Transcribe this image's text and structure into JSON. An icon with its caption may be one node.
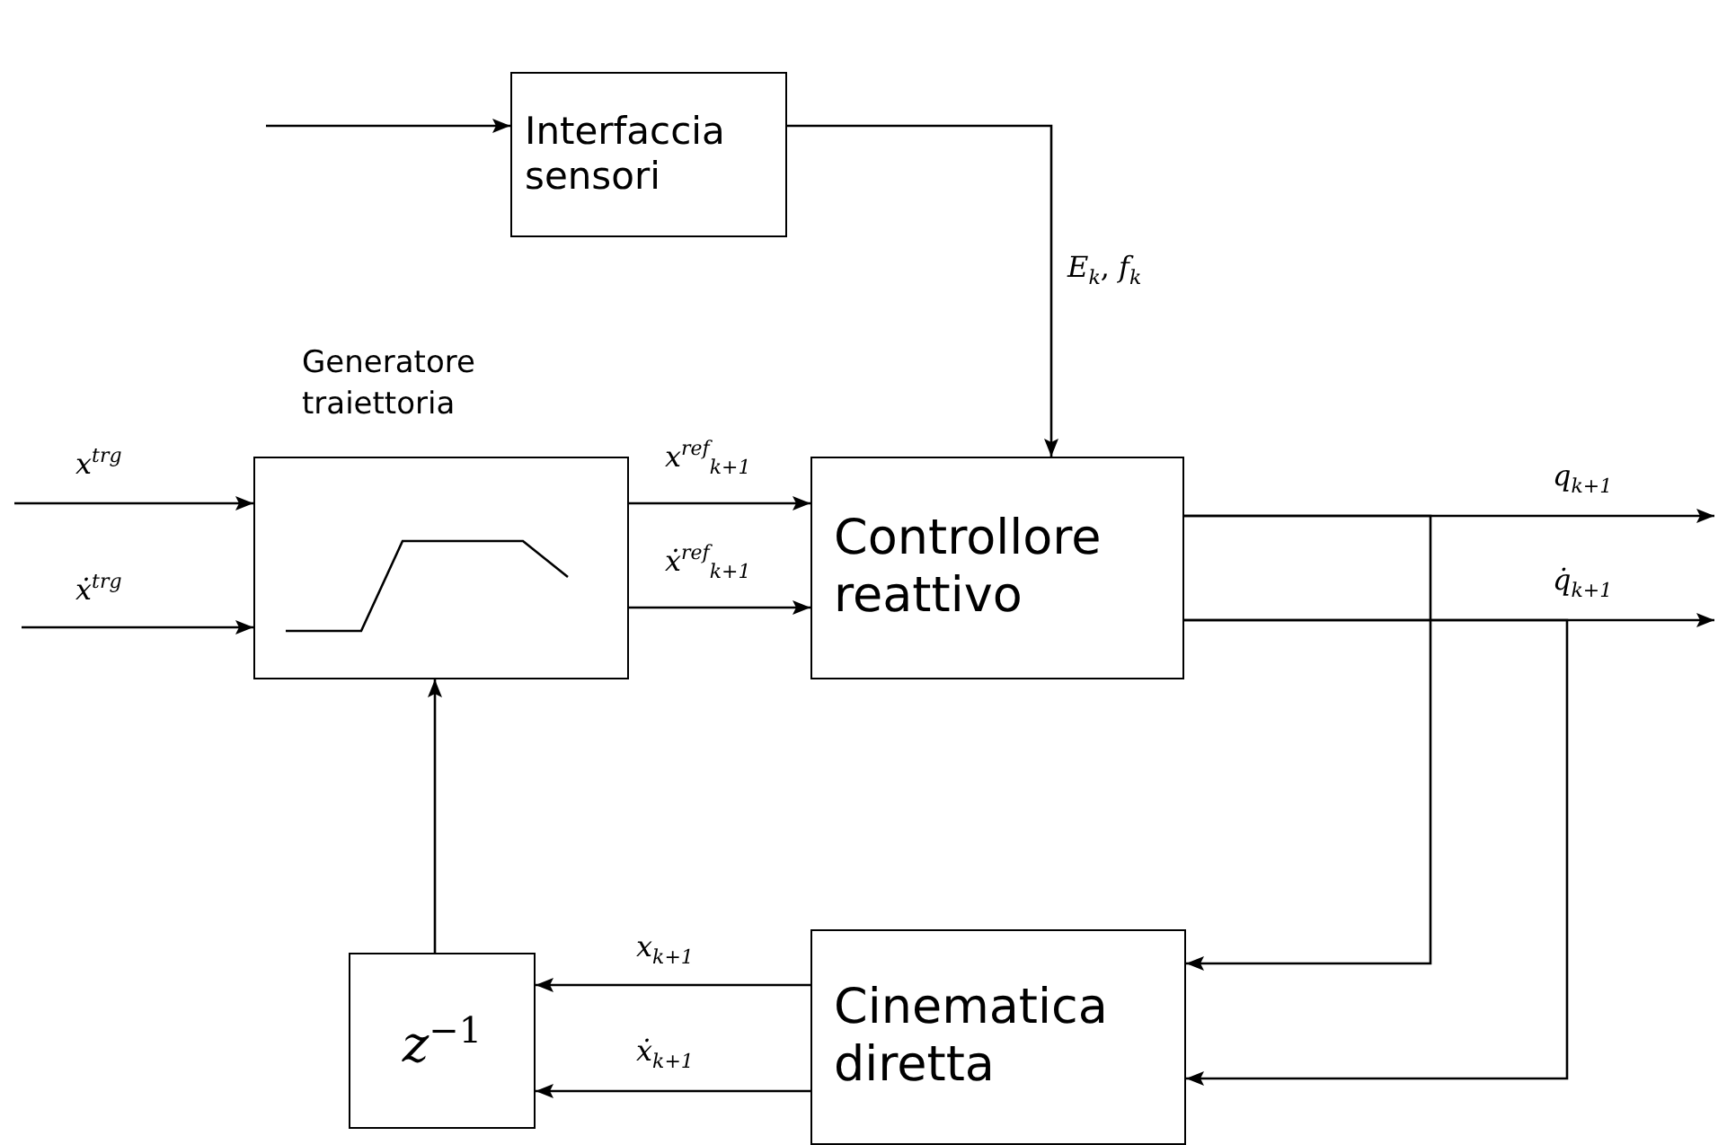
{
  "diagram": {
    "nodes": [
      {
        "text": [
          "Interfaccia sensori"
        ]
      },
      {
        "text": [
          "Generatore traiettoria"
        ]
      },
      {
        "text": [
          "Controllore reattivo"
        ]
      },
      {
        "text": [
          "Cinematica diretta"
        ]
      },
      {
        "text": [
          "*z*$^{−1}$"
        ]
      }
    ],
    "edges": [
      {
        "from": null,
        "to": 0,
        "arrow": "to"
      },
      {
        "from": 0,
        "to": 2,
        "arrow": "to",
        "label": "*E*$_{k}$, *f*$_{k}$"
      },
      {
        "from": null,
        "to": 1,
        "arrow": "to",
        "label": "*x*$^{trg}$"
      },
      {
        "from": null,
        "to": 1,
        "arrow": "to",
        "label": "*ẋ*$^{trg}$"
      },
      {
        "from": 1,
        "to": 2,
        "arrow": "to",
        "label": "*x*$^{ref}$$_{k+1}$"
      },
      {
        "from": 1,
        "to": 2,
        "arrow": "to",
        "label": "*ẋ*$^{ref}$$_{k+1}$"
      },
      {
        "from": 2,
        "to": null,
        "arrow": "to",
        "label": "*q*$_{k+1}$"
      },
      {
        "from": 2,
        "to": null,
        "arrow": "to",
        "label": "*q̇*$_{k+1}$"
      },
      {
        "from": 2,
        "to": 3,
        "arrow": "to"
      },
      {
        "from": 2,
        "to": 3,
        "arrow": "to"
      },
      {
        "from": 3,
        "to": 4,
        "arrow": "to",
        "label": "*x*$_{k+1}$"
      },
      {
        "from": 3,
        "to": 4,
        "arrow": "to",
        "label": "*ẋ*$_{k+1}$"
      },
      {
        "from": 4,
        "to": 1,
        "arrow": "to"
      }
    ]
  }
}
